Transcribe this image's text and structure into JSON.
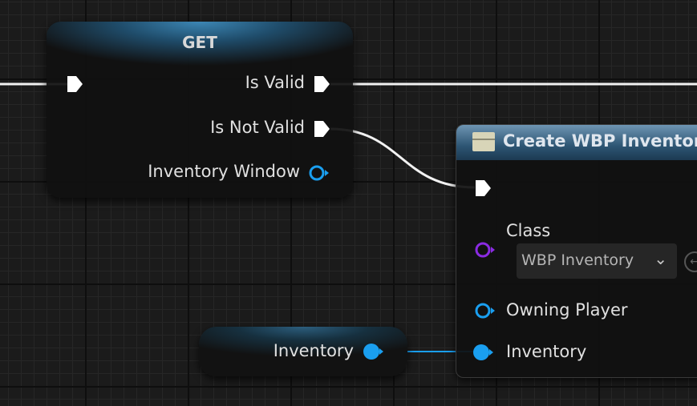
{
  "get_node": {
    "title": "GET",
    "outputs": [
      "Is Valid",
      "Is Not Valid",
      "Inventory Window"
    ]
  },
  "create_node": {
    "title": "Create WBP Inventory",
    "icon": "widget-icon",
    "class_label": "Class",
    "class_value": "WBP Inventory",
    "owning_player_label": "Owning Player",
    "inventory_label": "Inventory"
  },
  "variable_node": {
    "label": "Inventory"
  },
  "colors": {
    "exec": "#ffffff",
    "object_pin": "#1a9ff0",
    "class_pin": "#8a2be2",
    "header_blue": "#3c86b4"
  }
}
